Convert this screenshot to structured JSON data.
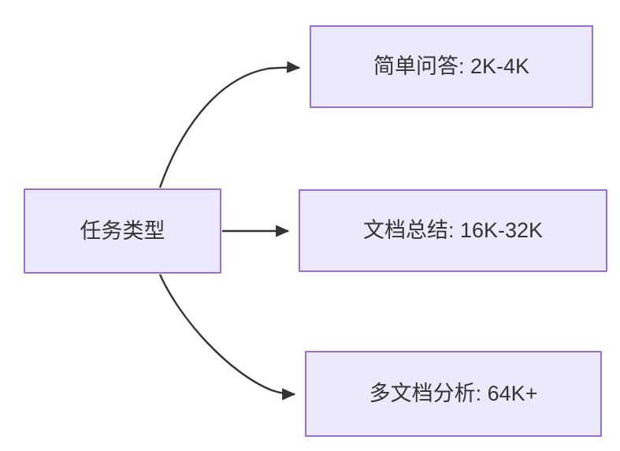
{
  "diagram": {
    "type": "flowchart",
    "direction": "left-to-right",
    "background_color": "#ffffff",
    "node_fill_color": "#ece9fc",
    "node_border_color": "#9471d9",
    "node_text_color": "#333333",
    "edge_color": "#333333",
    "root": {
      "id": "root",
      "label": "任务类型"
    },
    "branches": [
      {
        "id": "simple",
        "label": "简单问答: 2K-4K",
        "task": "简单问答",
        "context_length": "2K-4K",
        "edge_style": "curved"
      },
      {
        "id": "doc",
        "label": "文档总结: 16K-32K",
        "task": "文档总结",
        "context_length": "16K-32K",
        "edge_style": "straight"
      },
      {
        "id": "multi",
        "label": "多文档分析: 64K+",
        "task": "多文档分析",
        "context_length": "64K+",
        "edge_style": "curved"
      }
    ],
    "edges": [
      {
        "from": "root",
        "to": "simple",
        "arrowhead": "solid-triangle"
      },
      {
        "from": "root",
        "to": "doc",
        "arrowhead": "solid-triangle"
      },
      {
        "from": "root",
        "to": "multi",
        "arrowhead": "solid-triangle"
      }
    ]
  }
}
